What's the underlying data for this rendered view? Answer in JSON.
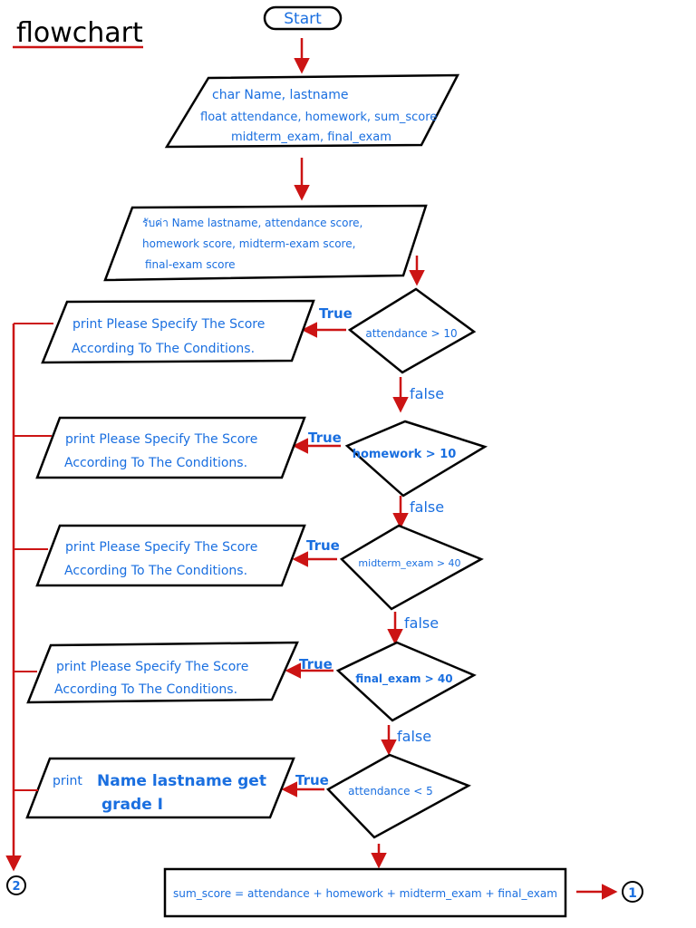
{
  "title": "flowchart",
  "start_label": "Start",
  "declare": {
    "line1": "char  Name, lastname",
    "line2": "float attendance, homework, sum_score",
    "line3": "midterm_exam, final_exam"
  },
  "input": {
    "line1": "รับค่า  Name  lastname, attendance score,",
    "line2": "homework score, midterm-exam score,",
    "line3": "final-exam  score"
  },
  "edge_labels": {
    "true": "True",
    "false": "false"
  },
  "decisions": [
    {
      "condition": "attendance > 10"
    },
    {
      "condition": "homework > 10"
    },
    {
      "condition": "midterm_exam > 40"
    },
    {
      "condition": "final_exam > 40"
    },
    {
      "condition": "attendance < 5"
    }
  ],
  "outputs": [
    {
      "line1": "print   Please Specify The Score",
      "line2": "According To The Conditions."
    },
    {
      "line1": "print   Please Specify The Score",
      "line2": "According To The Conditions."
    },
    {
      "line1": "print   Please Specify The Score",
      "line2": "According To The Conditions."
    },
    {
      "line1": "print   Please Specify The Score",
      "line2": "According To The Conditions."
    },
    {
      "line1": "print",
      "line2": "Name lastname get",
      "line3": "grade I"
    }
  ],
  "process": {
    "text": "sum_score = attendance + homework + midterm_exam + final_exam"
  },
  "connectors": {
    "left": "2",
    "right": "1"
  },
  "colors": {
    "ink": "#000000",
    "text": "#1a6fe0",
    "arrow": "#cc1414"
  }
}
